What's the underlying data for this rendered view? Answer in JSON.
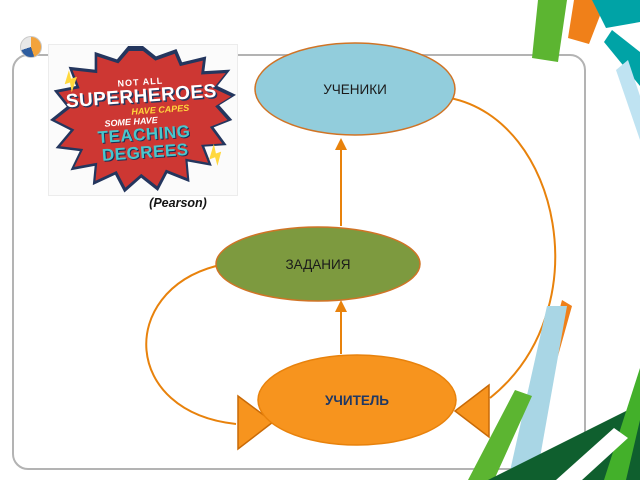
{
  "slide": {
    "poster": {
      "line1": "NOT ALL",
      "line2": "SUPERHEROES",
      "line3": "HAVE CAPES",
      "line4": "SOME HAVE",
      "line5": "TEACHING",
      "line6": "DEGREES",
      "caption": "(Pearson)"
    },
    "diagram": {
      "students_label": "УЧЕНИКИ",
      "tasks_label": "ЗАДАНИЯ",
      "teacher_label": "УЧИТЕЛЬ",
      "students_fill": "#92cddc",
      "tasks_fill": "#7d9a3f",
      "teacher_fill": "#f7941e",
      "arrow_color": "#e8820c",
      "ellipse_stroke": "#d07426"
    },
    "decor_colors": {
      "green": "#5cb531",
      "dark_green": "#0f5f2e",
      "orange": "#f08019",
      "teal": "#00a3a6",
      "light_blue": "#a9d6e5"
    }
  }
}
